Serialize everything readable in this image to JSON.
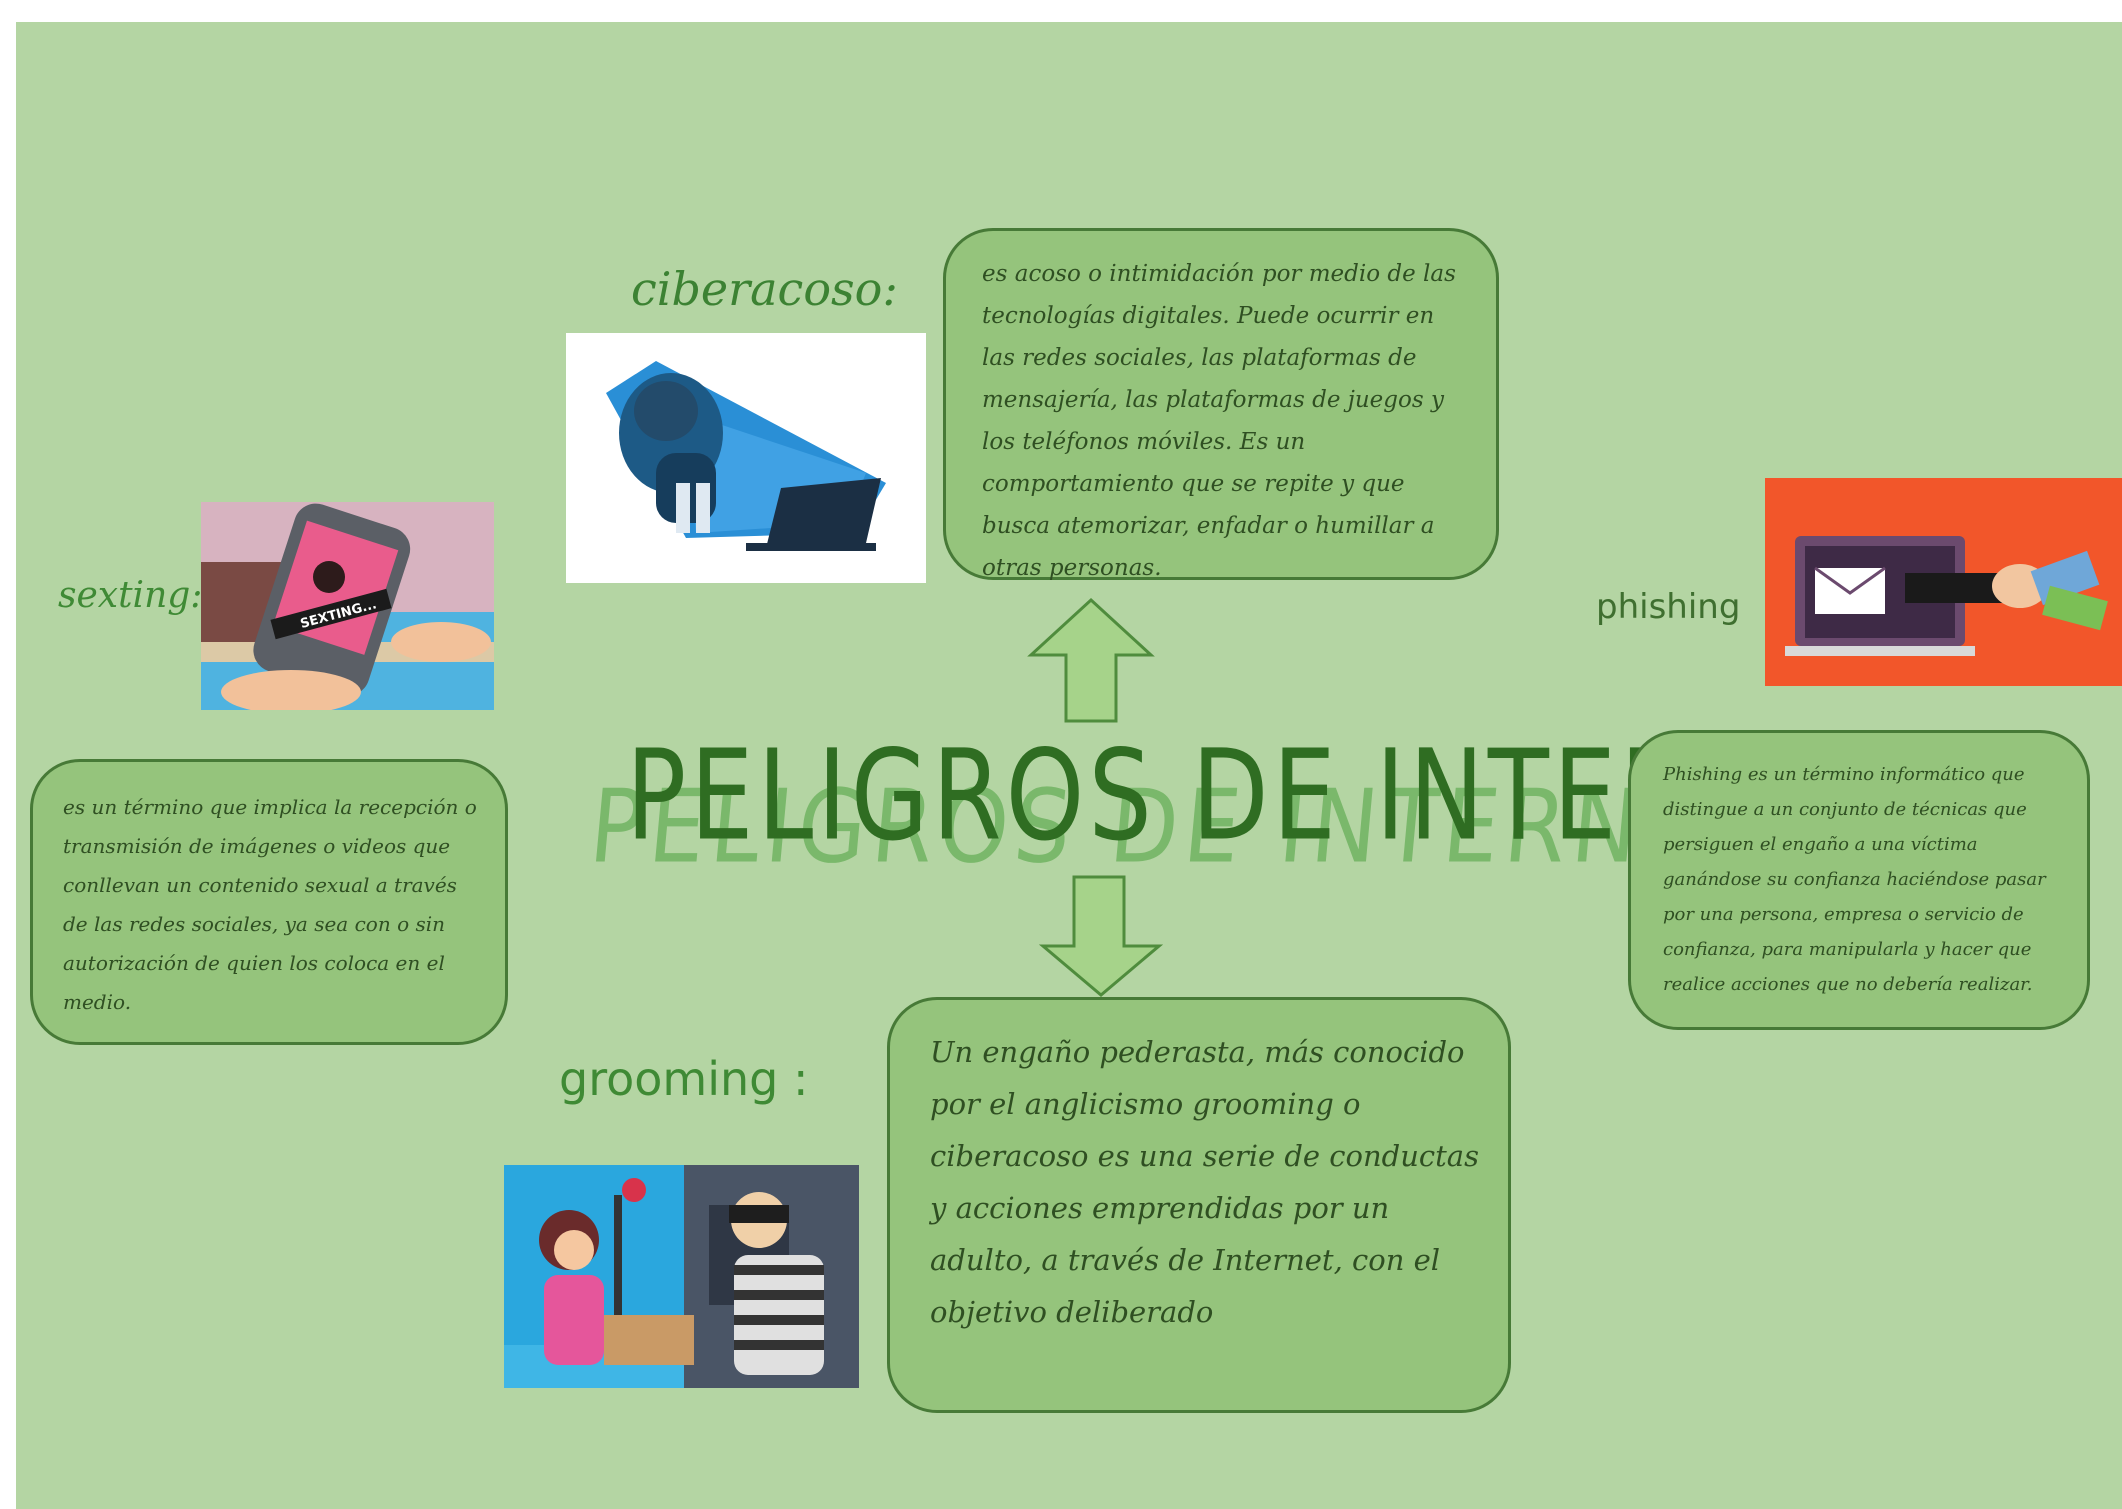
{
  "title": "PELIGROS DE INTERNET",
  "colors": {
    "background": "#b4d5a3",
    "box_fill": "#95c47c",
    "box_border": "#477a37",
    "title_main": "#2f6d22",
    "title_shadow": "#7ab86b",
    "topic_text": "#3f8a35",
    "phishing_bg": "#f2562a"
  },
  "topics": {
    "ciberacoso": {
      "label": "ciberacoso:",
      "text": "es acoso o intimidación por medio de las tecnologías digitales. Puede ocurrir en las redes sociales, las plataformas de mensajería, las plataformas de juegos y los teléfonos móviles. Es un comportamiento que se repite y que busca atemorizar, enfadar o humillar a otras personas.",
      "image_icon": "cyberbullying-illustration"
    },
    "sexting": {
      "label": "sexting:",
      "text": "es un término que implica la recepción o transmisión de imágenes o videos que conllevan un contenido sexual a través de las redes sociales, ya sea con o sin autorización de quien los coloca en el medio.",
      "image_icon": "phone-illustration",
      "image_caption": "SEXTING..."
    },
    "phishing": {
      "label": "phishing",
      "text": "Phishing es un término informático que distingue a un conjunto de técnicas que persiguen el engaño a una víctima ganándose su confianza haciéndose pasar por una persona, empresa o servicio de confianza, para manipularla y hacer que realice acciones que no debería realizar.",
      "image_icon": "phishing-illustration"
    },
    "grooming": {
      "label": "grooming :",
      "text": "Un engaño pederasta, más conocido por el anglicismo grooming o ciberacoso es una serie de conductas y acciones emprendidas por un adulto, a través de Internet, con el objetivo deliberado",
      "image_icon": "grooming-illustration"
    }
  },
  "arrows": [
    {
      "direction": "up",
      "icon": "arrow-up-icon"
    },
    {
      "direction": "down",
      "icon": "arrow-down-icon"
    }
  ]
}
